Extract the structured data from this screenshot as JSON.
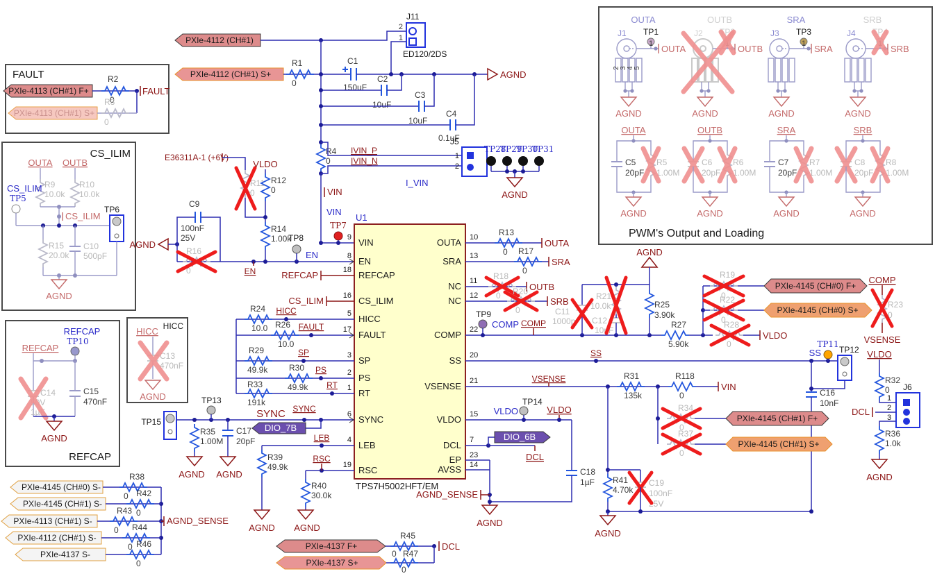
{
  "boxes": {
    "fault": "FAULT",
    "cs_ilim": "CS_ILIM",
    "refcap": "REFCAP",
    "hicc": "HICC",
    "pwm": "PWM's Output and Loading"
  },
  "u1": {
    "ref": "U1",
    "part": "TPS7H5002HFT/EM",
    "left": [
      {
        "n": "9",
        "name": "VIN"
      },
      {
        "n": "8",
        "name": "EN"
      },
      {
        "n": "18",
        "name": "REFCAP"
      },
      {
        "n": "16",
        "name": "CS_ILIM"
      },
      {
        "n": "5",
        "name": "HICC"
      },
      {
        "n": "17",
        "name": "FAULT"
      },
      {
        "n": "3",
        "name": "SP"
      },
      {
        "n": "2",
        "name": "PS"
      },
      {
        "n": "1",
        "name": "RT"
      },
      {
        "n": "6",
        "name": "SYNC"
      },
      {
        "n": "4",
        "name": "LEB"
      },
      {
        "n": "19",
        "name": "RSC"
      }
    ],
    "right": [
      {
        "n": "10",
        "name": "OUTA"
      },
      {
        "n": "13",
        "name": "SRA"
      },
      {
        "n": "11",
        "name": "NC"
      },
      {
        "n": "12",
        "name": "NC"
      },
      {
        "n": "22",
        "name": "COMP"
      },
      {
        "n": "20",
        "name": "SS"
      },
      {
        "n": "21",
        "name": "VSENSE"
      },
      {
        "n": "15",
        "name": "VLDO"
      },
      {
        "n": "7",
        "name": "DCL"
      },
      {
        "n": "23",
        "name": "EP"
      },
      {
        "n": "14",
        "name": "AVSS"
      }
    ]
  },
  "res": {
    "r1": {
      "ref": "R1",
      "val": "0"
    },
    "r2": {
      "ref": "R2",
      "val": "0"
    },
    "r3": {
      "ref": "R3",
      "val": "0"
    },
    "r4": {
      "ref": "R4",
      "val": "0"
    },
    "r5": {
      "ref": "R5",
      "val": "1.00M"
    },
    "r6": {
      "ref": "R6",
      "val": "1.00M"
    },
    "r7": {
      "ref": "R7",
      "val": "1.00M"
    },
    "r8": {
      "ref": "R8",
      "val": "1.00M"
    },
    "r9": {
      "ref": "R9",
      "val": "10.0k"
    },
    "r10": {
      "ref": "R10",
      "val": "10.0k"
    },
    "r11": {
      "ref": "R11",
      "val": "0"
    },
    "r12": {
      "ref": "R12",
      "val": "0"
    },
    "r13": {
      "ref": "R13",
      "val": "0"
    },
    "r14": {
      "ref": "R14",
      "val": "1.00k"
    },
    "r15": {
      "ref": "R15",
      "val": "20.0k"
    },
    "r16": {
      "ref": "R16",
      "val": "0"
    },
    "r17": {
      "ref": "R17",
      "val": "0"
    },
    "r18": {
      "ref": "R18",
      "val": "0"
    },
    "r19": {
      "ref": "R19",
      "val": "0"
    },
    "r20": {
      "ref": "R20",
      "val": "0"
    },
    "r21": {
      "ref": "R21",
      "val": "10.0k"
    },
    "r22": {
      "ref": "R22",
      "val": "0"
    },
    "r23": {
      "ref": "R23",
      "val": "0"
    },
    "r24": {
      "ref": "R24",
      "val": "10.0"
    },
    "r25": {
      "ref": "R25",
      "val": "3.90k"
    },
    "r26": {
      "ref": "R26",
      "val": "10.0"
    },
    "r27": {
      "ref": "R27",
      "val": "5.90k"
    },
    "r28": {
      "ref": "R28",
      "val": "0"
    },
    "r29": {
      "ref": "R29",
      "val": "49.9k"
    },
    "r30": {
      "ref": "R30",
      "val": "49.9k"
    },
    "r31": {
      "ref": "R31",
      "val": "135k"
    },
    "r32": {
      "ref": "R32",
      "val": "0"
    },
    "r33": {
      "ref": "R33",
      "val": "191k"
    },
    "r34": {
      "ref": "R34",
      "val": "0"
    },
    "r35": {
      "ref": "R35",
      "val": "1.00M"
    },
    "r36": {
      "ref": "R36",
      "val": "1.0k"
    },
    "r37": {
      "ref": "R37",
      "val": "0"
    },
    "r38": {
      "ref": "R38",
      "val": "0"
    },
    "r39": {
      "ref": "R39",
      "val": "49.9k"
    },
    "r40": {
      "ref": "R40",
      "val": "30.0k"
    },
    "r41": {
      "ref": "R41",
      "val": "4.70k"
    },
    "r42": {
      "ref": "R42",
      "val": "0"
    },
    "r43": {
      "ref": "R43",
      "val": "0"
    },
    "r44": {
      "ref": "R44",
      "val": "0"
    },
    "r45": {
      "ref": "R45",
      "val": "0"
    },
    "r46": {
      "ref": "R46",
      "val": "0"
    },
    "r47": {
      "ref": "R47",
      "val": "0"
    },
    "r118": {
      "ref": "R118",
      "val": "0"
    }
  },
  "cap": {
    "c1": {
      "ref": "C1",
      "val": "150uF"
    },
    "c2": {
      "ref": "C2",
      "val": "10uF"
    },
    "c3": {
      "ref": "C3",
      "val": "10uF"
    },
    "c4": {
      "ref": "C4",
      "val": "0.1uF"
    },
    "c5": {
      "ref": "C5",
      "val": "20pF"
    },
    "c6": {
      "ref": "C6",
      "val": "20pF"
    },
    "c7": {
      "ref": "C7",
      "val": "20pF"
    },
    "c8": {
      "ref": "C8",
      "val": "20pF"
    },
    "c9": {
      "ref": "C9",
      "val": "100nF",
      "val2": "25V"
    },
    "c10": {
      "ref": "C10",
      "val": "500pF"
    },
    "c11": {
      "ref": "C11",
      "val": "1000p"
    },
    "c12": {
      "ref": "C12",
      "val": "10nF"
    },
    "c13": {
      "ref": "C13",
      "val": "470nF"
    },
    "c14": {
      "ref": "C14",
      "val": "50V",
      "val2": "1µF"
    },
    "c15": {
      "ref": "C15",
      "val": "470nF"
    },
    "c16": {
      "ref": "C16",
      "val": "10nF"
    },
    "c17": {
      "ref": "C17",
      "val": "20pF"
    },
    "c18": {
      "ref": "C18",
      "val": "1µF"
    },
    "c19": {
      "ref": "C19",
      "val": "100nF",
      "val2": "25V"
    }
  },
  "net": {
    "agnd": "AGND",
    "agnd_sense": "AGND_SENSE",
    "vldo": "VLDO",
    "vin": "VIN",
    "i_vin": "I_VIN",
    "ivin_p": "IVIN_P",
    "ivin_n": "IVIN_N",
    "en": "EN",
    "refcap": "REFCAP",
    "cs_ilim": "CS_ILIM",
    "hicc": "HICC",
    "fault": "FAULT",
    "sp": "SP",
    "ps": "PS",
    "rt": "RT",
    "sync": "SYNC",
    "leb": "LEB",
    "rsc": "RSC",
    "comp": "COMP",
    "ss": "SS",
    "vsense": "VSENSE",
    "dcl": "DCL",
    "outa": "OUTA",
    "outb": "OUTB",
    "sra": "SRA",
    "srb": "SRB"
  },
  "tp": {
    "tp1": "TP1",
    "tp2": "TP2",
    "tp3": "TP3",
    "tp4": "TP4",
    "tp5": "TP5",
    "tp6": "TP6",
    "tp7": "TP7",
    "tp8": "TP8",
    "tp9": "TP9",
    "tp10": "TP10",
    "tp11": "TP11",
    "tp12": "TP12",
    "tp13": "TP13",
    "tp14": "TP14",
    "tp15": "TP15",
    "tp28": "TP28",
    "tp29": "TP29",
    "tp30": "TP30",
    "tp31": "TP31"
  },
  "conn": {
    "j1": "J1",
    "j2": "J2",
    "j3": "J3",
    "j4": "J4",
    "j5": "J5",
    "j6": "J6",
    "j11": "J11",
    "j11_part": "ED120/2DS"
  },
  "flag": {
    "pxie4112": "PXIe-4112 (CH#1)",
    "pxie4112_sp": "PXIe-4112 (CH#1) S+",
    "pxie4113_fp": "PXIe-4113 (CH#1) F+",
    "pxie4113_sp": "PXIe-4113 (CH#1) S+",
    "pxie4145_0fp": "PXIe-4145 (CH#0) F+",
    "pxie4145_0sp": "PXIe-4145 (CH#0) S+",
    "pxie4145_1fp": "PXIe-4145 (CH#1) F+",
    "pxie4145_1sp": "PXIe-4145 (CH#1) S+",
    "pxie4145_0sm": "PXIe-4145 (CH#0) S-",
    "pxie4145_1sm": "PXIe-4145 (CH#1) S-",
    "pxie4113_sm": "PXIe-4113 (CH#1) S-",
    "pxie4112_sm": "PXIe-4112 (CH#1) S-",
    "pxie4137_sm": "PXIe-4137 S-",
    "pxie4137_fp": "PXIe-4137 F+",
    "pxie4137_sp": "PXIe-4137 S+",
    "dio7b": "DIO_7B",
    "dio6b": "DIO_6B"
  },
  "misc": {
    "e36311": "E36311A-1 (+6V)"
  },
  "pn": {
    "p1": "1",
    "p2": "2",
    "p3": "3",
    "p4": "4",
    "p5": "5"
  }
}
